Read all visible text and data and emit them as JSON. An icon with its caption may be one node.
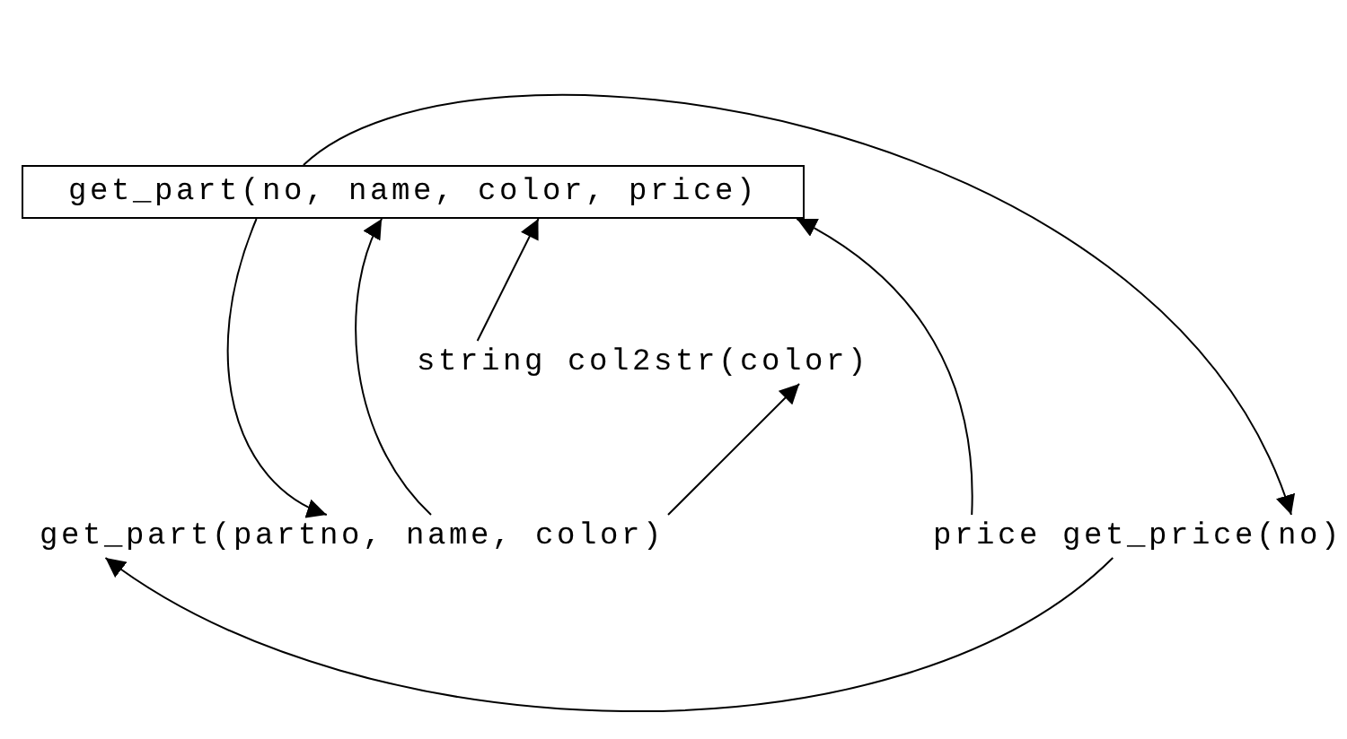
{
  "diagram": {
    "nodes": [
      {
        "text": [
          "get_part(no, name, color, price)"
        ]
      },
      {
        "text": [
          "string col2str(color)"
        ]
      },
      {
        "text": [
          "get_part(partno, name, color)"
        ]
      },
      {
        "text": [
          "price get_price(no)"
        ]
      }
    ],
    "edges": [
      {
        "from": 0,
        "to": 3,
        "arrow": "to"
      },
      {
        "from": 0,
        "to": 2,
        "arrow": "to"
      },
      {
        "from": 2,
        "to": 0,
        "arrow": "to"
      },
      {
        "from": 1,
        "to": 0,
        "arrow": "to"
      },
      {
        "from": 2,
        "to": 1,
        "arrow": "to"
      },
      {
        "from": 3,
        "to": 0,
        "arrow": "to"
      },
      {
        "from": 3,
        "to": 2,
        "arrow": "to"
      }
    ]
  }
}
